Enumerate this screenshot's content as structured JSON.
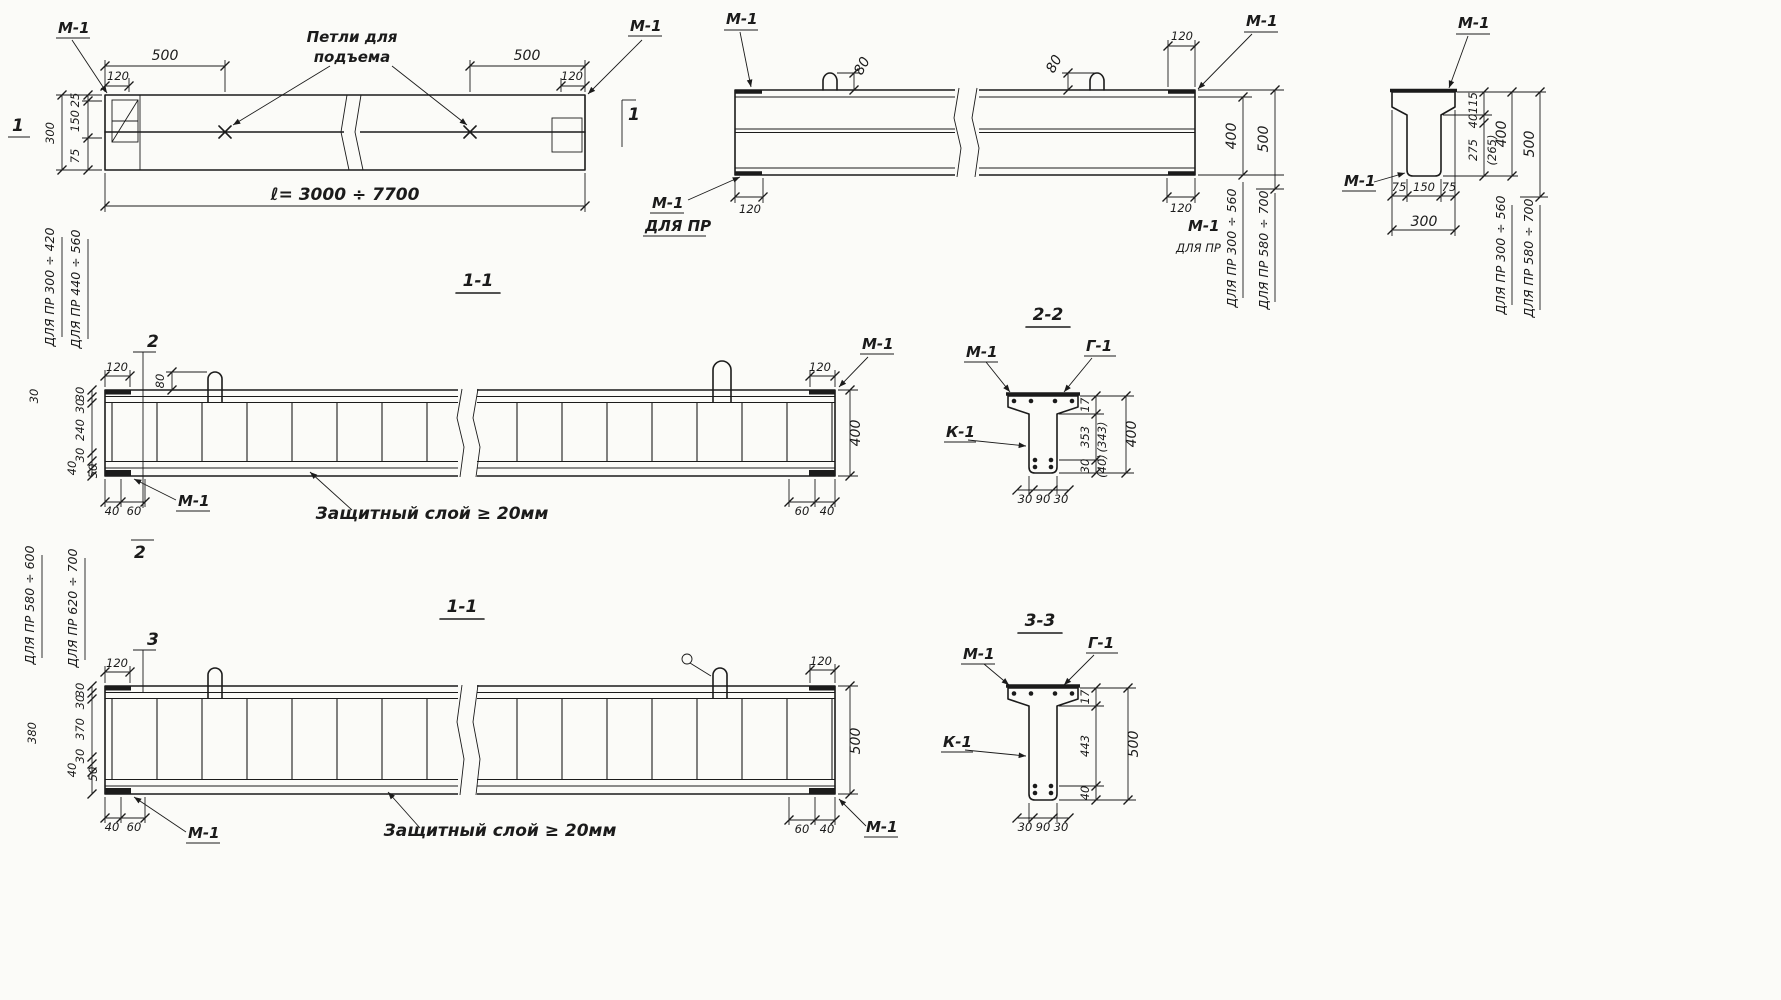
{
  "plan_view": {
    "m1_left": "М-1",
    "m1_right": "М-1",
    "dim_500_left": "500",
    "dim_500_right": "500",
    "dim_120_left": "120",
    "dim_120_right": "120",
    "loops_line1": "Петли для",
    "loops_line2": "подъема",
    "dim_25": "25",
    "dim_150": "150",
    "dim_75": "75",
    "dim_300": "300",
    "length": "ℓ= 3000 ÷ 7700",
    "cut_left": "1",
    "cut_right": "1"
  },
  "side_view": {
    "m1_top_left": "М-1",
    "m1_top_right": "М-1",
    "dim_80_left": "80",
    "dim_80_right": "80",
    "dim_120_top_right": "120",
    "dim_120_bottom_left": "120",
    "dim_120_bottom_right": "120",
    "m1_bottom_left": "М-1",
    "for_pr_bottom_left": "ДЛЯ ПР",
    "m1_bottom_right": "М-1",
    "for_pr_bottom_right": "ДЛЯ ПР",
    "dim_400": "400",
    "dim_500": "500",
    "range_400": "ДЛЯ ПР 300 ÷ 560",
    "range_500": "ДЛЯ ПР 580 ÷ 700"
  },
  "end_section": {
    "m1_top": "М-1",
    "m1_left": "М-1",
    "dim_75_left": "75",
    "dim_150": "150",
    "dim_75_right": "75",
    "dim_300": "300",
    "dim_115": "115",
    "dim_40": "40",
    "dim_275": "275",
    "dim_265": "(265)",
    "dim_400": "400",
    "dim_500": "500",
    "range_400": "ДЛЯ ПР 300 ÷ 560",
    "range_500": "ДЛЯ ПР 580 ÷ 700"
  },
  "section_1_1_top": {
    "title": "1-1",
    "range_outer": "ДЛЯ ПР 300 ÷ 420",
    "range_inner": "ДЛЯ ПР 440 ÷ 560",
    "cut_top": "2",
    "cut_bottom": "2",
    "dim_120_left": "120",
    "dim_80": "80",
    "left_dims": [
      "30",
      "30",
      "240",
      "30",
      "40",
      "50"
    ],
    "left_outer_dim": "30",
    "bottom_left_dims": [
      "40",
      "60"
    ],
    "m1_bottom_left": "М-1",
    "cover_note": "Защитный слой ≥ 20мм",
    "dim_120_right": "120",
    "m1_top_right": "М-1",
    "dim_400": "400",
    "bottom_right_dims": [
      "60",
      "40"
    ]
  },
  "section_2_2": {
    "title": "2-2",
    "m1": "М-1",
    "g1": "Г-1",
    "k1": "К-1",
    "dim_17": "17",
    "dim_353": "353",
    "dim_343": "(343)",
    "dim_30": "30",
    "dim_40": "(40)",
    "dim_total": "400",
    "bottom_dims": [
      "30",
      "90",
      "30"
    ]
  },
  "section_1_1_bottom": {
    "title": "1-1",
    "range_outer": "ДЛЯ ПР 580 ÷ 600",
    "range_inner": "ДЛЯ ПР 620 ÷ 700",
    "cut_top": "3",
    "dim_120_left": "120",
    "left_dims": [
      "30",
      "30",
      "370",
      "30",
      "40",
      "50"
    ],
    "left_outer_dim": "380",
    "bottom_left_dims": [
      "40",
      "60"
    ],
    "m1_bottom_left": "М-1",
    "cover_note": "Защитный слой ≥ 20мм",
    "dim_120_right": "120",
    "dim_500": "500",
    "bottom_right_dims": [
      "60",
      "40"
    ],
    "m1_bottom_right": "М-1"
  },
  "section_3_3": {
    "title": "3-3",
    "m1": "М-1",
    "g1": "Г-1",
    "k1": "К-1",
    "dim_17": "17",
    "dim_443": "443",
    "dim_40": "40",
    "dim_total": "500",
    "bottom_dims": [
      "30",
      "90",
      "30"
    ]
  }
}
